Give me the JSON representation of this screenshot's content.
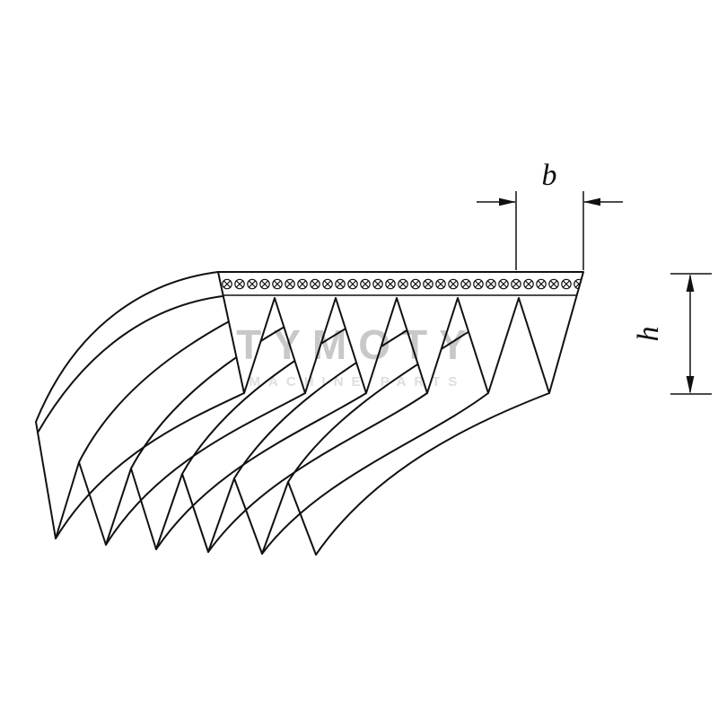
{
  "diagram": {
    "subject": "ribbed v-belt (poly-v) technical line drawing",
    "ribs_front_face": 6,
    "ribs_end_face": 6
  },
  "labels": {
    "b": "b",
    "h": "h"
  },
  "watermark": {
    "line1": "TYMOTY",
    "line2": "MACHINE PARTS"
  },
  "colors": {
    "line": "#111111",
    "background": "#ffffff",
    "watermark_primary": "#c8c8c8",
    "watermark_secondary": "#dedede"
  }
}
